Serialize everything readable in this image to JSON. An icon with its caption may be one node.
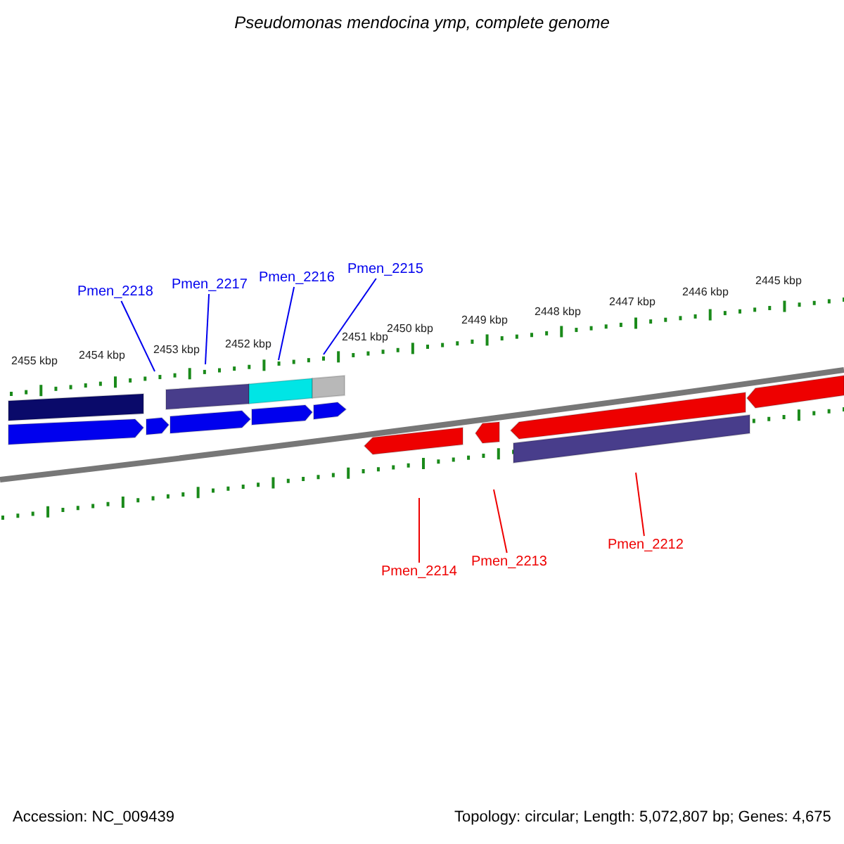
{
  "diagram": {
    "title": "Pseudomonas mendocina ymp, complete genome",
    "nodes": [
      {
        "text": [
          "Pmen_2218"
        ]
      },
      {
        "text": [
          "Pmen_2217"
        ]
      },
      {
        "text": [
          "Pmen_2216"
        ]
      },
      {
        "text": [
          "Pmen_2215"
        ]
      },
      {
        "text": [
          "Pmen_2212"
        ]
      },
      {
        "text": [
          "Pmen_2213"
        ]
      },
      {
        "text": [
          "Pmen_2214"
        ]
      },
      {
        "text": [],
        "shape": "picture"
      }
    ],
    "edges": [
      {
        "from": 0,
        "to": 7,
        "arrow": "none"
      },
      {
        "from": 1,
        "to": 7,
        "arrow": "none"
      },
      {
        "from": 2,
        "to": 7,
        "arrow": "none"
      },
      {
        "from": 3,
        "to": 7,
        "arrow": "none"
      },
      {
        "from": 4,
        "to": 7,
        "arrow": "none",
        "color": "#ee0000"
      },
      {
        "from": 5,
        "to": 7,
        "arrow": "none",
        "color": "#ee0000"
      },
      {
        "from": 6,
        "to": 7,
        "arrow": "none",
        "color": "#ee0000"
      }
    ],
    "labels": [
      "2445 kbp",
      "2446 kbp",
      "2447 kbp",
      "2448 kbp",
      "2449 kbp",
      "2450 kbp",
      "2451 kbp",
      "2452 kbp",
      "2453 kbp",
      "2454 kbp",
      "2455 kbp",
      "Accession: NC_009439",
      "Topology: circular; Length: 5,072,807 bp; Genes: 4,675"
    ]
  }
}
